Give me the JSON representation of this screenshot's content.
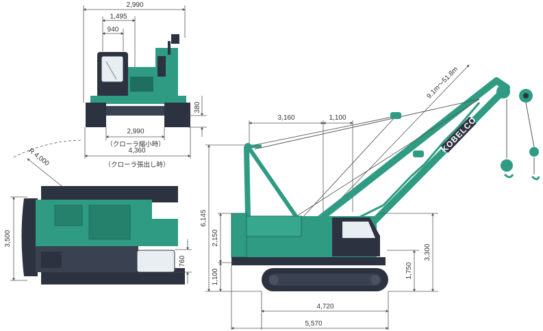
{
  "colors": {
    "body_green": "#2f9b83",
    "body_dark": "#2c3240",
    "line": "#555555",
    "text": "#333333"
  },
  "front_view": {
    "width_top": "2,990",
    "cab_offset": "1,495",
    "cab_width": "940",
    "ground_clearance": "380",
    "width_retracted": "2,990",
    "retracted_label": "（クローラ縮小時）",
    "width_extended": "4,360",
    "extended_label": "（クローラ張出し時）"
  },
  "top_view": {
    "tail_radius": "R 4,000",
    "overall_width": "3,500",
    "cab_width": "760"
  },
  "side_view": {
    "boom_length": "9.1m〜51.8m",
    "mast_offset": "3,160",
    "mast_spacing": "1,100",
    "overall_height": "6,145",
    "cab_height": "2,150",
    "crawler_height": "1,100",
    "height_3300": "3,300",
    "height_1750": "1,750",
    "crawler_length": "4,720",
    "overall_length": "5,570",
    "brand": "KOBELCO"
  }
}
